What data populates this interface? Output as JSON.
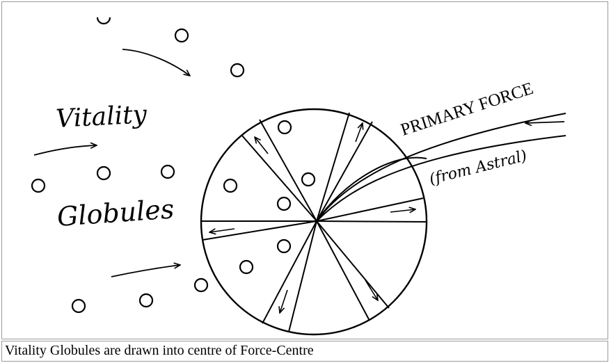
{
  "diagram": {
    "label_vitality": "Vitality",
    "label_globules": "Globules",
    "label_primary_force": "PRIMARY FORCE",
    "label_from_astral": "(from Astral)"
  },
  "caption": "Vitality Globules are drawn into centre of Force-Centre"
}
